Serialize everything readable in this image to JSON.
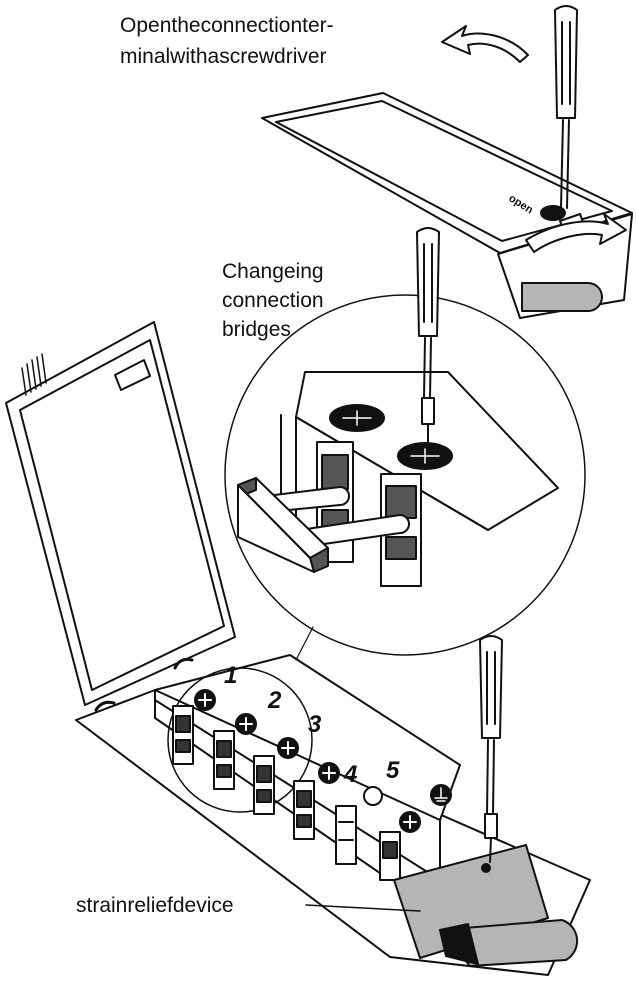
{
  "labels": {
    "open_terminal_line1": "Opentheconnectionter-",
    "open_terminal_line2": "minalwithascrewdriver",
    "bridges_line1": "Changeing",
    "bridges_line2": "connection",
    "bridges_line3": "bridges",
    "strain_relief": "strainreliefdevice",
    "lid_stamp": "open"
  },
  "terminal_numbers": [
    "1",
    "2",
    "3",
    "4",
    "5"
  ],
  "colors": {
    "line": "#111111",
    "fill_grey": "#b5b5b5",
    "dark_grey": "#555555",
    "paper": "#ffffff"
  }
}
